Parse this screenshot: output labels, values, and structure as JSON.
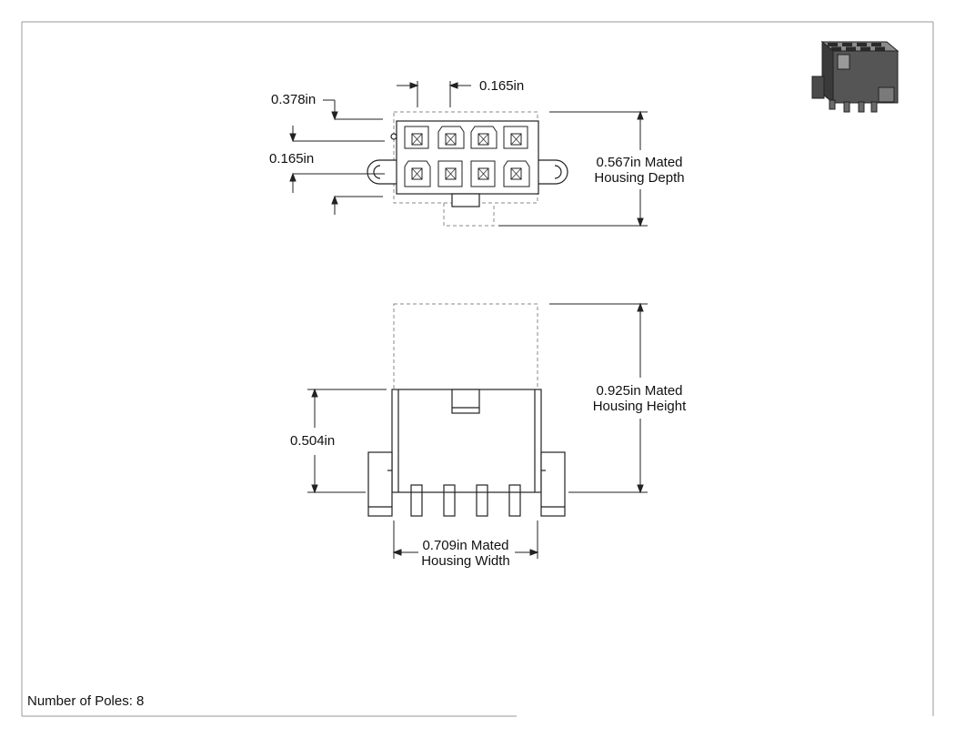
{
  "drawing": {
    "note": "Number of Poles: 8",
    "colors": {
      "line": "#222222",
      "phantom": "#8a8a8a",
      "frame": "#9a9a9a",
      "body_dark": "#3a3a3a",
      "body_mid": "#5a5a5a",
      "body_light": "#8c8c8c"
    }
  },
  "top_view": {
    "dims": {
      "pitch_h": "0.165in",
      "row_offset": "0.378in",
      "pitch_v": "0.165in",
      "depth_line1": "0.567in Mated",
      "depth_line2": "Housing Depth"
    }
  },
  "front_view": {
    "dims": {
      "body_height": "0.504in",
      "height_line1": "0.925in Mated",
      "height_line2": "Housing Height",
      "width_line1": "0.709in Mated",
      "width_line2": "Housing Width"
    }
  },
  "thumbnail": {
    "icon": "connector-3d-icon"
  }
}
